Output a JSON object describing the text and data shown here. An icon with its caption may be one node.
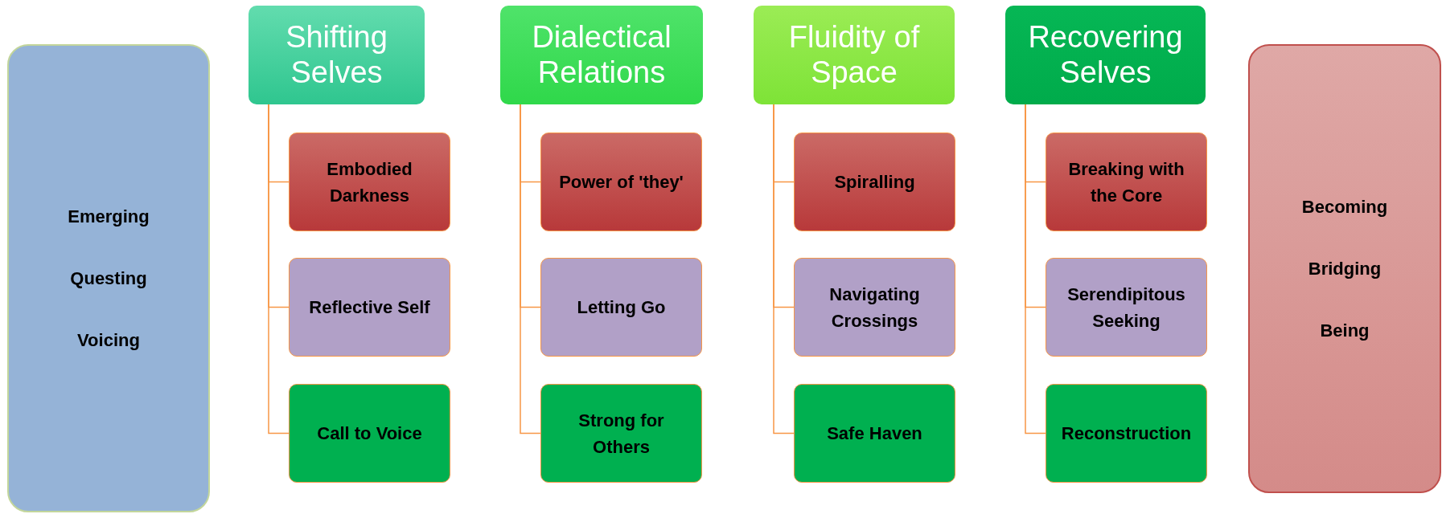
{
  "diagram": {
    "nodes": [
      {
        "text": [
          "Emerging",
          "Questing",
          "Voicing"
        ]
      },
      {
        "text": [
          "Shifting Selves"
        ]
      },
      {
        "text": [
          "Embodied Darkness"
        ]
      },
      {
        "text": [
          "Reflective Self"
        ]
      },
      {
        "text": [
          "Call to Voice"
        ]
      },
      {
        "text": [
          "Dialectical Relations"
        ]
      },
      {
        "text": [
          "Power of 'they'"
        ]
      },
      {
        "text": [
          "Letting Go"
        ]
      },
      {
        "text": [
          "Strong for Others"
        ]
      },
      {
        "text": [
          "Fluidity of Space"
        ]
      },
      {
        "text": [
          "Spiralling"
        ]
      },
      {
        "text": [
          "Navigating Crossings"
        ]
      },
      {
        "text": [
          "Safe Haven"
        ]
      },
      {
        "text": [
          "Recovering Selves"
        ]
      },
      {
        "text": [
          "Breaking with the Core"
        ]
      },
      {
        "text": [
          "Serendipitous Seeking"
        ]
      },
      {
        "text": [
          "Reconstruction"
        ]
      },
      {
        "text": [
          "Becoming",
          "Bridging",
          "Being"
        ]
      }
    ],
    "edges": [
      {
        "from": 1,
        "to": 2,
        "arrow": "none"
      },
      {
        "from": 1,
        "to": 3,
        "arrow": "none"
      },
      {
        "from": 1,
        "to": 4,
        "arrow": "none"
      },
      {
        "from": 5,
        "to": 6,
        "arrow": "none"
      },
      {
        "from": 5,
        "to": 7,
        "arrow": "none"
      },
      {
        "from": 5,
        "to": 8,
        "arrow": "none"
      },
      {
        "from": 9,
        "to": 10,
        "arrow": "none"
      },
      {
        "from": 9,
        "to": 11,
        "arrow": "none"
      },
      {
        "from": 9,
        "to": 12,
        "arrow": "none"
      },
      {
        "from": 13,
        "to": 14,
        "arrow": "none"
      },
      {
        "from": 13,
        "to": 15,
        "arrow": "none"
      },
      {
        "from": 13,
        "to": 16,
        "arrow": "none"
      }
    ]
  }
}
